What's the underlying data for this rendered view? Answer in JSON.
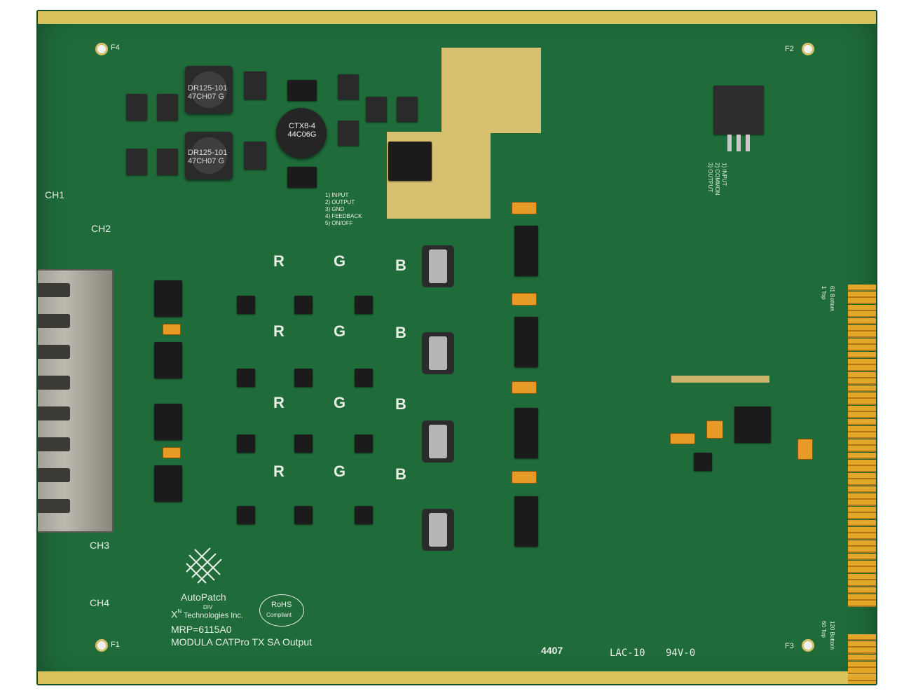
{
  "board": {
    "brand": "AutoPatch",
    "brand_division": "DIV",
    "company": "X",
    "company_sup": "N",
    "company_rest": " Technologies Inc.",
    "part_number": "MRP=6115A0",
    "product_name": "MODULA CATPro TX SA Output",
    "rohs_line1": "RoHS",
    "rohs_line2": "Compliant",
    "date_code": "4407",
    "lac_code": "LAC-10",
    "flammability": "94V-0"
  },
  "channels": [
    "CH1",
    "CH2",
    "CH3",
    "CH4"
  ],
  "rgb_labels": [
    "R",
    "G",
    "B"
  ],
  "fiducials": [
    "F4",
    "F2",
    "F1",
    "F3"
  ],
  "inductor_labels": [
    "DR125-101 47CH07 G",
    "DR125-101 47CH07 G"
  ],
  "ctx_label": "CTX8-4 44C06G",
  "vr2_pinout": [
    "1) INPUT",
    "2) OUTPUT",
    "3) GND",
    "4) FEEDBACK",
    "5) ON/OFF"
  ],
  "vr1_pinout": [
    "1) INPUT",
    "2) COMMON",
    "3) OUTPUT"
  ],
  "edge_labels": [
    "1 Top",
    "61 Bottom",
    "60 Top",
    "120 Bottom"
  ],
  "colors": {
    "pcb": "#1f6b3a",
    "silkscreen": "#e8efe6",
    "gold": "#d9c25a",
    "tantalum": "#e89a26"
  }
}
